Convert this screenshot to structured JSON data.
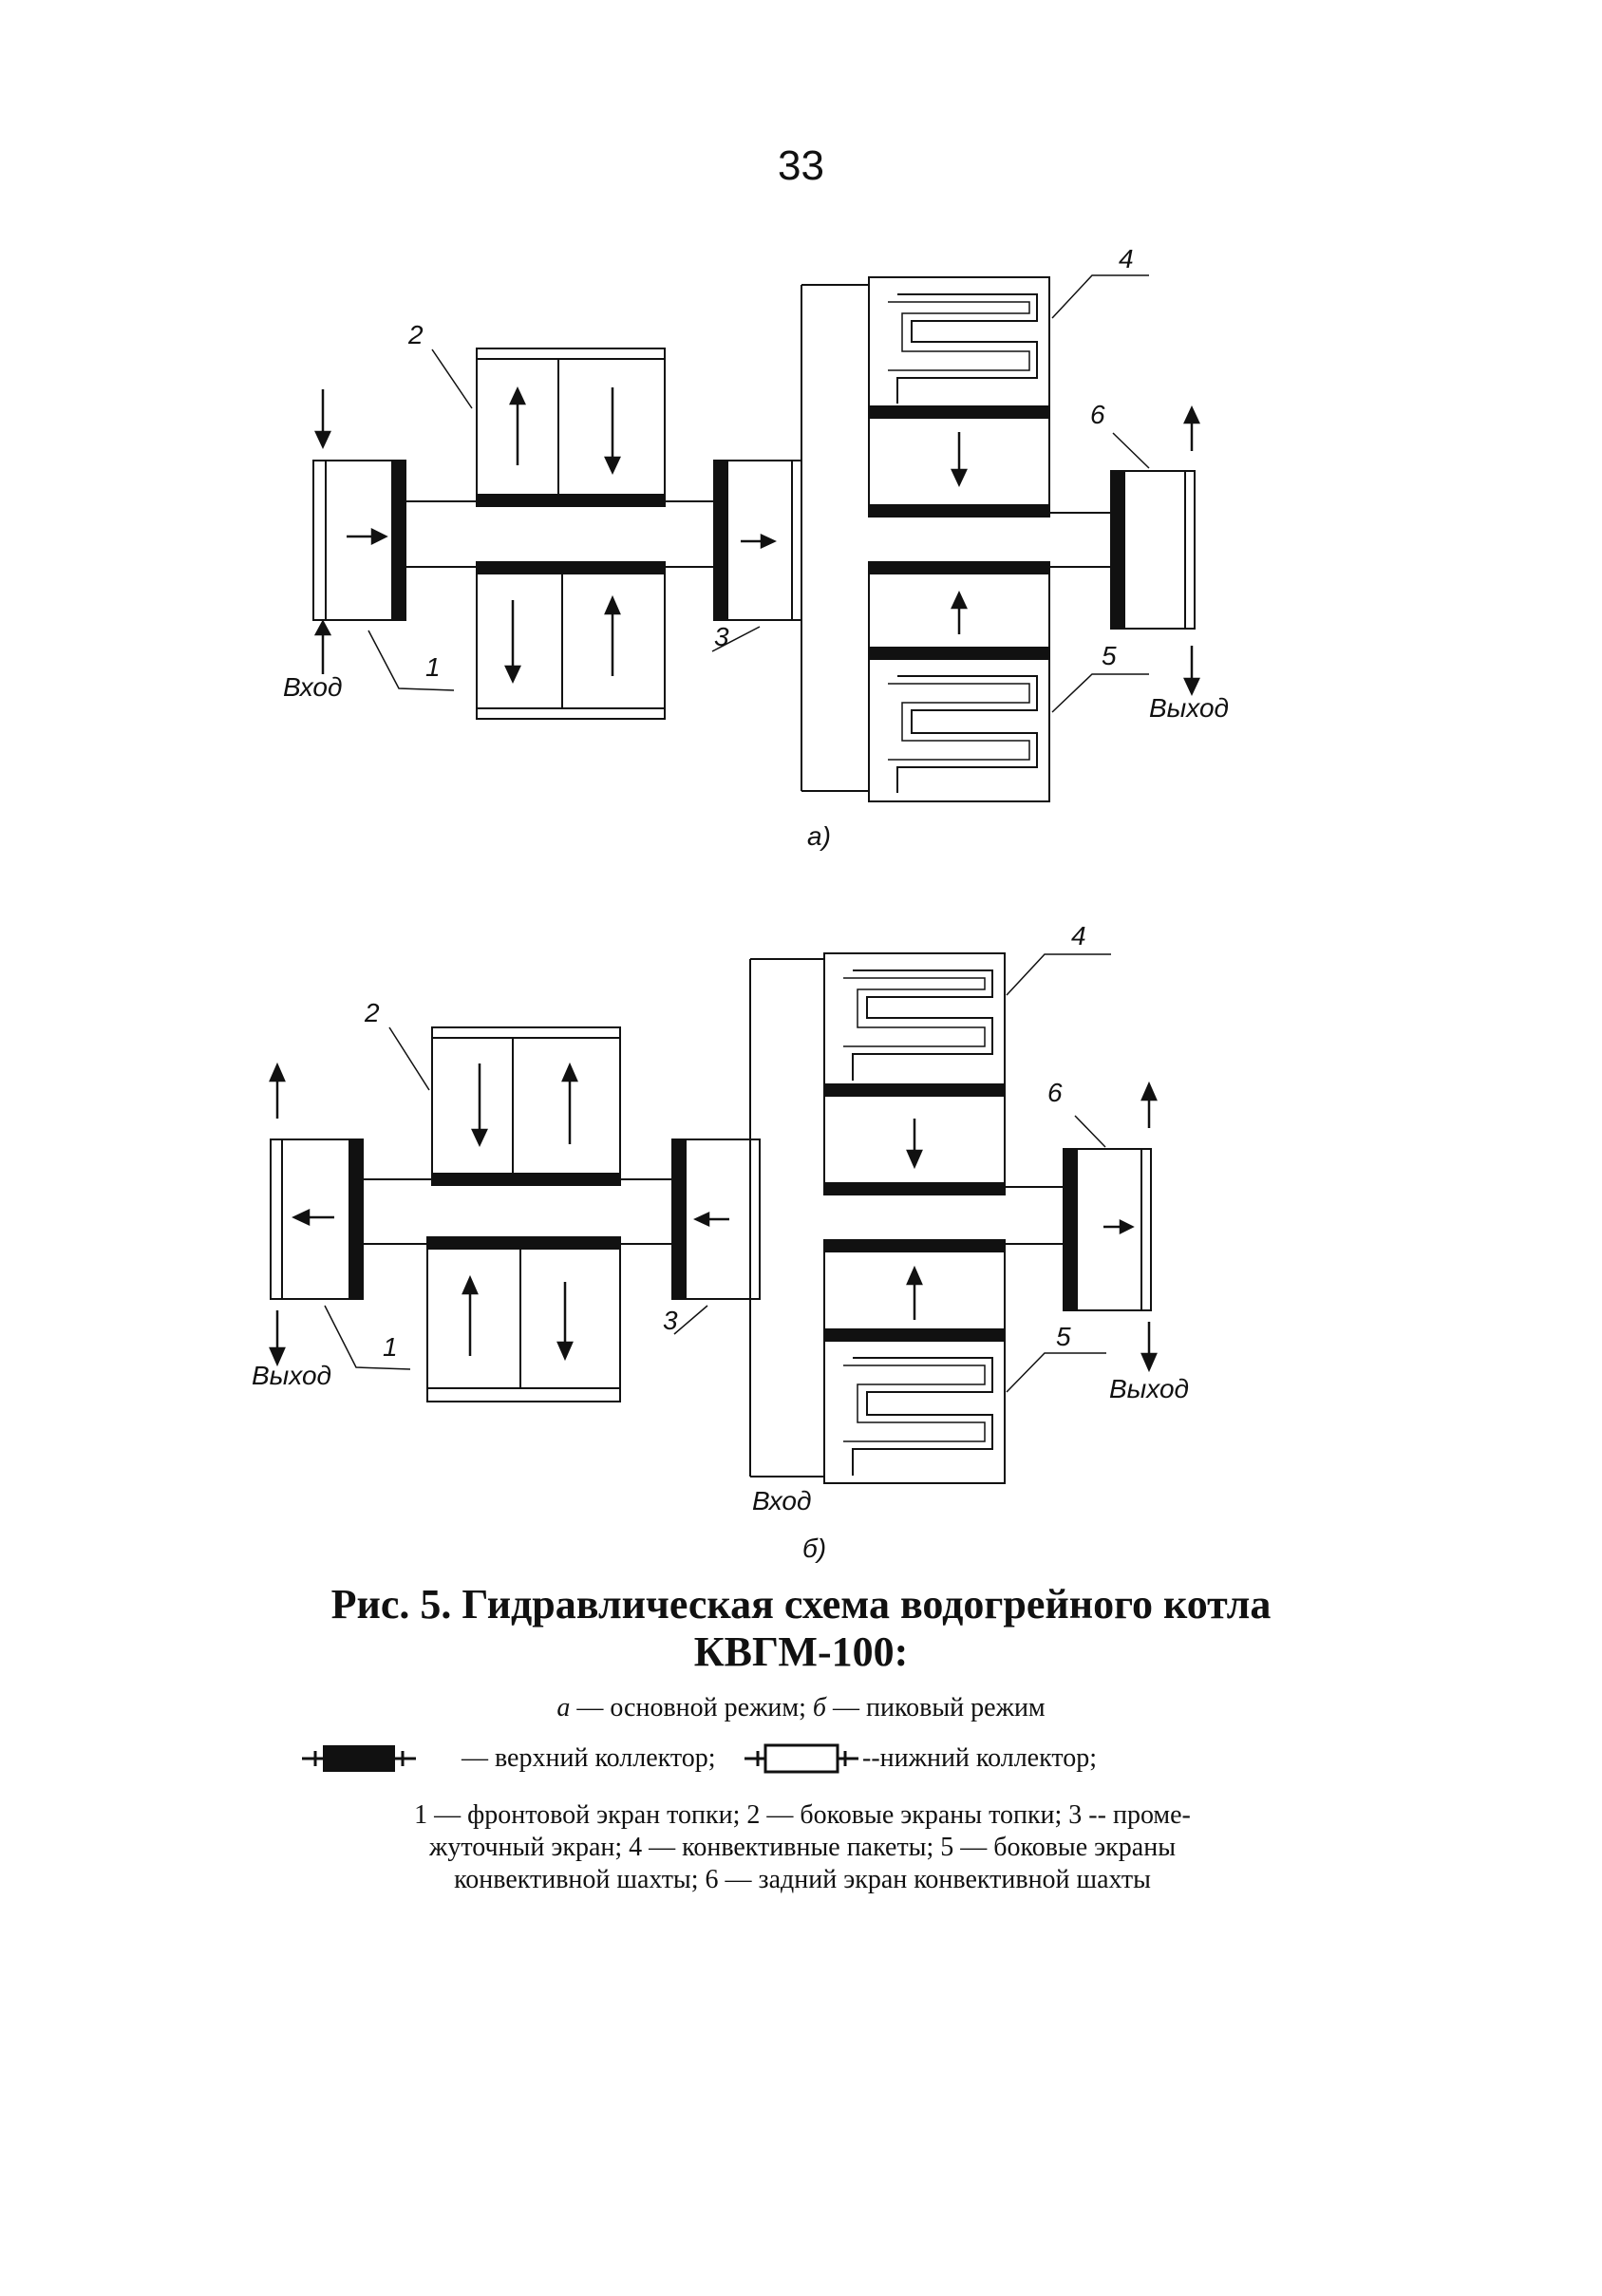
{
  "page_number": "33",
  "figure_a": {
    "sublabel": "а)",
    "callouts": [
      "1",
      "2",
      "3",
      "4",
      "5",
      "6"
    ],
    "inlet_label": "Вход",
    "outlet_label": "Выход"
  },
  "figure_b": {
    "sublabel": "б)",
    "callouts": [
      "1",
      "2",
      "3",
      "4",
      "5",
      "6"
    ],
    "left_outlet_label": "Выход",
    "right_outlet_label": "Выход",
    "inlet_label": "Вход"
  },
  "caption": {
    "title_line1": "Рис. 5. Гидравлическая схема водогрейного котла",
    "title_line2": "КВГМ-100:",
    "mode_a_letter": "а",
    "mode_a_text": " — основной режим; ",
    "mode_b_letter": "б",
    "mode_b_text": " — пиковый режим",
    "upper_collector": "— верхний коллектор;",
    "lower_collector": "--нижний коллектор;",
    "legend_line1": "1 — фронтовой экран топки; 2 — боковые экраны топки; 3 -- проме-",
    "legend_line2": "жуточный экран; 4 — конвективные пакеты; 5 — боковые экраны",
    "legend_line3": "конвективной шахты; 6 — задний экран конвективной шахты"
  }
}
